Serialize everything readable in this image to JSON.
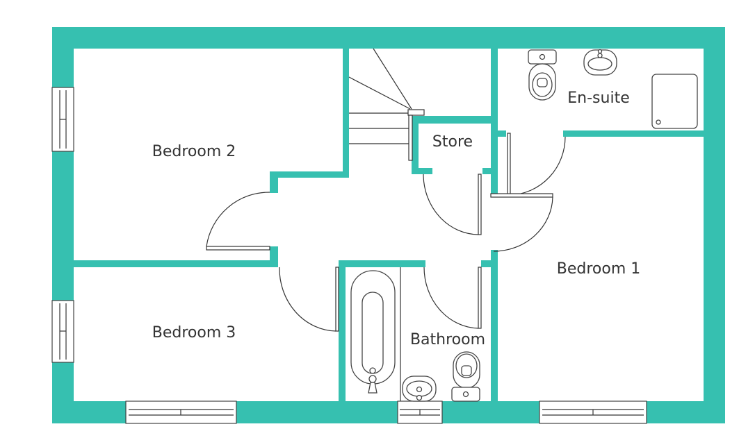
{
  "plan": {
    "wall_color": "#36C0B0",
    "rooms": [
      {
        "id": "bedroom-2",
        "label": "Bedroom 2"
      },
      {
        "id": "store",
        "label": "Store"
      },
      {
        "id": "en-suite",
        "label": "En-suite"
      },
      {
        "id": "bedroom-1",
        "label": "Bedroom 1"
      },
      {
        "id": "bedroom-3",
        "label": "Bedroom 3"
      },
      {
        "id": "bathroom",
        "label": "Bathroom"
      }
    ]
  }
}
